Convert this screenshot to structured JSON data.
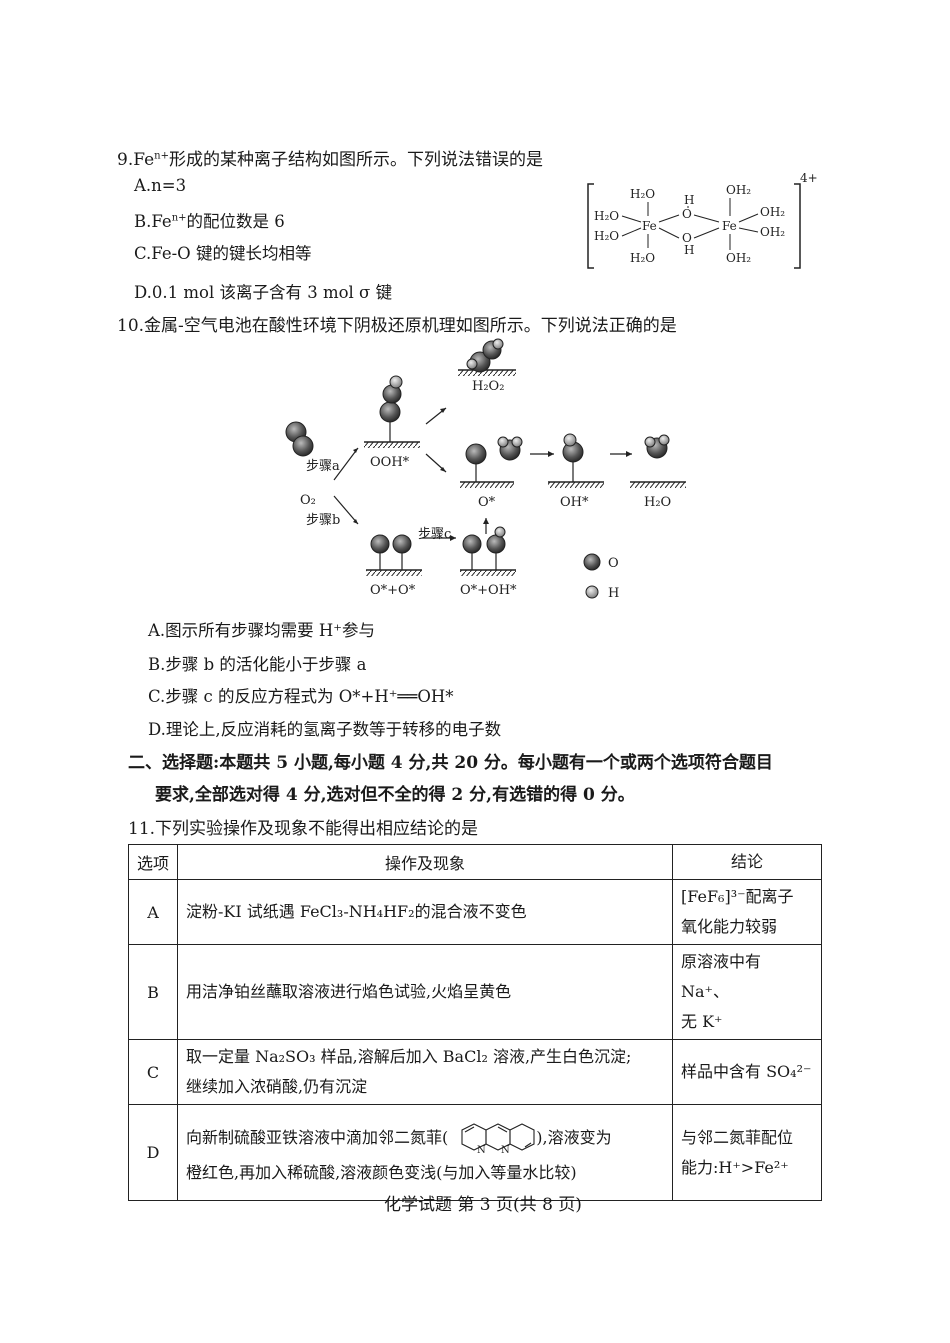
{
  "q9": {
    "stem_a": "9.Fe",
    "stem_sup": "n+",
    "stem_b": "形成的某种离子结构如图所示。下列说法错误的是",
    "opt_a": "A.n=3",
    "opt_b_a": "B.Fe",
    "opt_b_sup": "n+",
    "opt_b_b": "的配位数是 6",
    "opt_c": "C.Fe-O 键的键长均相等",
    "opt_d": "D.0.1 mol 该离子含有 3 mol σ 键",
    "struct": {
      "h2o": "H₂O",
      "oh2": "OH₂",
      "fe": "Fe",
      "o": "O",
      "h": "H",
      "charge": "4+"
    }
  },
  "q10": {
    "stem": "10.金属-空气电池在酸性环境下阴极还原机理如图所示。下列说法正确的是",
    "diagram": {
      "step_a": "步骤a",
      "step_b": "步骤b",
      "step_c": "步骤c",
      "o2": "O₂",
      "ooh": "OOH*",
      "h2o2": "H₂O₂",
      "o_star": "O*",
      "oh_star": "OH*",
      "h2o": "H₂O",
      "o_o": "O*+O*",
      "o_oh": "O*+OH*",
      "legend_o": "O",
      "legend_h": "H"
    },
    "opt_a": "A.图示所有步骤均需要 H⁺参与",
    "opt_b": "B.步骤 b 的活化能小于步骤 a",
    "opt_c": "C.步骤 c 的反应方程式为 O*+H⁺══OH*",
    "opt_d": "D.理论上,反应消耗的氢离子数等于转移的电子数"
  },
  "section2": {
    "line1": "二、选择题:本题共 5 小题,每小题 4 分,共 20 分。每小题有一个或两个选项符合题目",
    "line2": "要求,全部选对得 4 分,选对但不全的得 2 分,有选错的得 0 分。"
  },
  "q11": {
    "stem": "11.下列实验操作及现象不能得出相应结论的是",
    "table": {
      "headers": [
        "选项",
        "操作及现象",
        "结论"
      ],
      "rows": [
        {
          "opt": "A",
          "op": [
            "淀粉-KI 试纸遇 FeCl₃-NH₄HF₂的混合液不变色"
          ],
          "con": [
            "[FeF₆]³⁻配离子",
            "氧化能力较弱"
          ]
        },
        {
          "opt": "B",
          "op": [
            "用洁净铂丝蘸取溶液进行焰色试验,火焰呈黄色"
          ],
          "con": [
            "原溶液中有 Na⁺、",
            "无 K⁺"
          ]
        },
        {
          "opt": "C",
          "op": [
            "取一定量 Na₂SO₃ 样品,溶解后加入 BaCl₂ 溶液,产生白色沉淀;",
            "继续加入浓硝酸,仍有沉淀"
          ],
          "con": [
            "样品中含有 SO₄²⁻"
          ]
        },
        {
          "opt": "D",
          "op_a": "向新制硫酸亚铁溶液中滴加邻二氮菲(",
          "op_b": "),溶液变为",
          "op_line2": "橙红色,再加入稀硫酸,溶液颜色变浅(与加入等量水比较)",
          "n_label": "N",
          "con": [
            "与邻二氮菲配位",
            "能力:H⁺>Fe²⁺"
          ]
        }
      ]
    }
  },
  "footer": "化学试题 第 3 页(共 8 页)"
}
